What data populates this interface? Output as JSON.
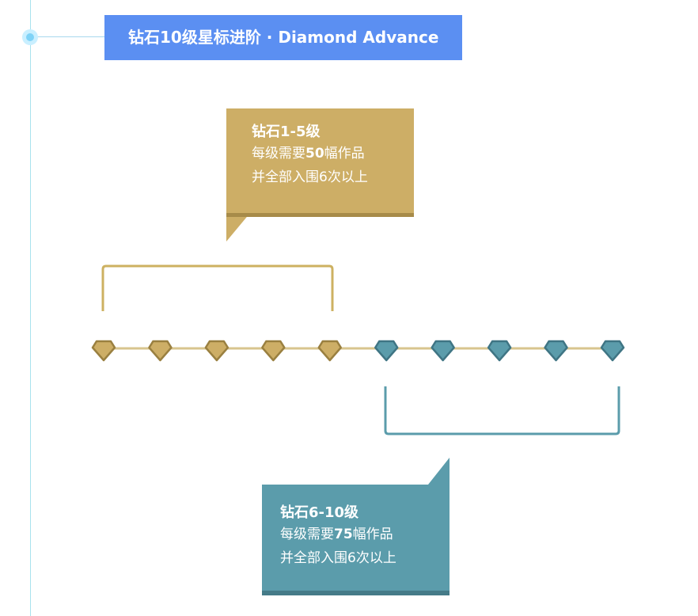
{
  "title": "钻石10级星标进阶 · Diamond Advance",
  "group_gold": {
    "title": "钻石1-5级",
    "line1_prefix": "每级需要",
    "line1_number": "50",
    "line1_suffix": "幅作品",
    "line2": "并全部入围6次以上",
    "color": "#cdae66"
  },
  "group_teal": {
    "title": "钻石6-10级",
    "line1_prefix": "每级需要",
    "line1_number": "75",
    "line1_suffix": "幅作品",
    "line2": "并全部入围6次以上",
    "color": "#5b9cab"
  },
  "levels": [
    {
      "level": 1,
      "group": "gold"
    },
    {
      "level": 2,
      "group": "gold"
    },
    {
      "level": 3,
      "group": "gold"
    },
    {
      "level": 4,
      "group": "gold"
    },
    {
      "level": 5,
      "group": "gold"
    },
    {
      "level": 6,
      "group": "teal"
    },
    {
      "level": 7,
      "group": "teal"
    },
    {
      "level": 8,
      "group": "teal"
    },
    {
      "level": 9,
      "group": "teal"
    },
    {
      "level": 10,
      "group": "teal"
    }
  ],
  "colors": {
    "title_bg": "#5b8ff2",
    "gold_fill": "#cdae66",
    "gold_stroke": "#9a8040",
    "teal_fill": "#5b9cab",
    "teal_stroke": "#3f7584",
    "track": "#d8c58e",
    "guide_line": "#a8e2ee"
  }
}
